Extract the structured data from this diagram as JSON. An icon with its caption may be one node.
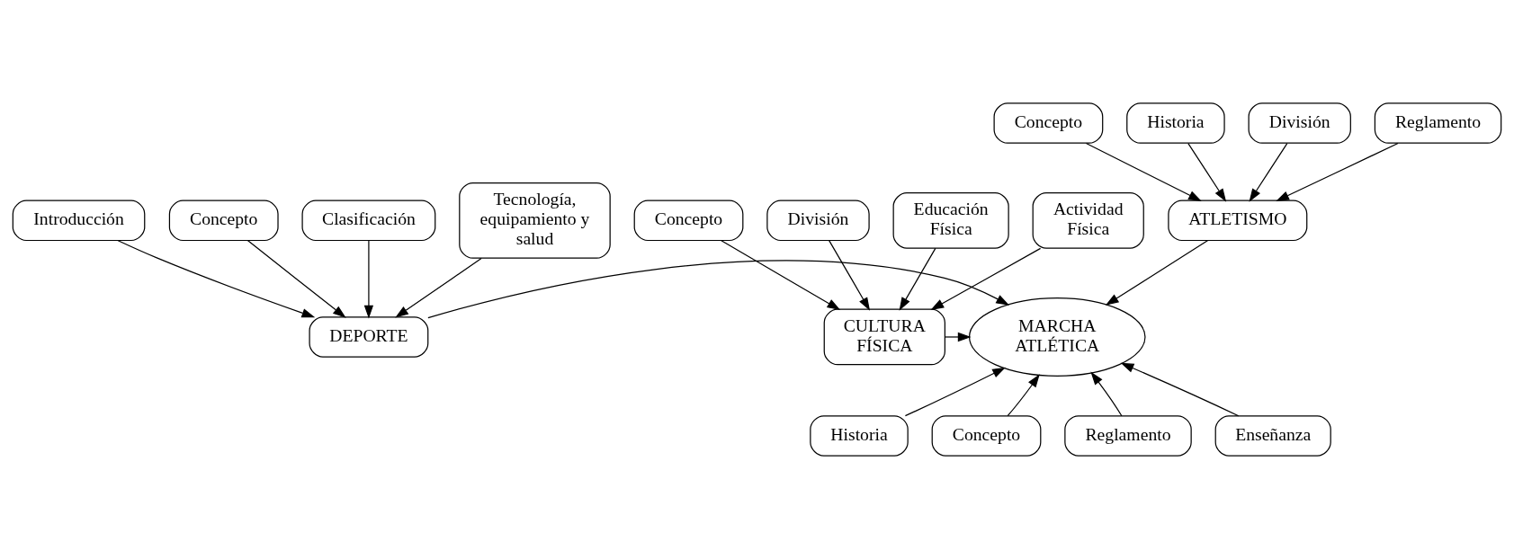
{
  "diagram": {
    "nodes": [
      {
        "text": [
          "Concepto"
        ]
      },
      {
        "text": [
          "Historia"
        ]
      },
      {
        "text": [
          "División"
        ]
      },
      {
        "text": [
          "Reglamento"
        ]
      },
      {
        "text": [
          "ATLETISMO"
        ]
      },
      {
        "text": [
          "Introducción"
        ]
      },
      {
        "text": [
          "Concepto"
        ]
      },
      {
        "text": [
          "Clasificación"
        ]
      },
      {
        "text": [
          "Tecnología, equipamiento y salud"
        ]
      },
      {
        "text": [
          "DEPORTE"
        ]
      },
      {
        "text": [
          "MARCHA ATLÉTICA"
        ]
      },
      {
        "text": [
          "CULTURA FÍSICA"
        ]
      },
      {
        "text": [
          "Concepto"
        ]
      },
      {
        "text": [
          "División"
        ]
      },
      {
        "text": [
          "Educación Física"
        ]
      },
      {
        "text": [
          "Actividad Física"
        ]
      },
      {
        "text": [
          "Historia"
        ]
      },
      {
        "text": [
          "Concepto"
        ]
      },
      {
        "text": [
          "Reglamento"
        ]
      },
      {
        "text": [
          "Enseñanza"
        ]
      }
    ],
    "edges": [
      {
        "from": 0,
        "to": 4,
        "arrow": "to"
      },
      {
        "from": 1,
        "to": 4,
        "arrow": "to"
      },
      {
        "from": 2,
        "to": 4,
        "arrow": "to"
      },
      {
        "from": 3,
        "to": 4,
        "arrow": "to"
      },
      {
        "from": 4,
        "to": 10,
        "arrow": "to"
      },
      {
        "from": 5,
        "to": 9,
        "arrow": "to"
      },
      {
        "from": 6,
        "to": 9,
        "arrow": "to"
      },
      {
        "from": 7,
        "to": 9,
        "arrow": "to"
      },
      {
        "from": 8,
        "to": 9,
        "arrow": "to"
      },
      {
        "from": 9,
        "to": 10,
        "arrow": "to"
      },
      {
        "from": 11,
        "to": 10,
        "arrow": "to"
      },
      {
        "from": 12,
        "to": 11,
        "arrow": "to"
      },
      {
        "from": 13,
        "to": 11,
        "arrow": "to"
      },
      {
        "from": 14,
        "to": 11,
        "arrow": "to"
      },
      {
        "from": 15,
        "to": 11,
        "arrow": "to"
      },
      {
        "from": 16,
        "to": 10,
        "arrow": "to"
      },
      {
        "from": 17,
        "to": 10,
        "arrow": "to"
      },
      {
        "from": 18,
        "to": 10,
        "arrow": "to"
      },
      {
        "from": 19,
        "to": 10,
        "arrow": "to"
      }
    ]
  }
}
